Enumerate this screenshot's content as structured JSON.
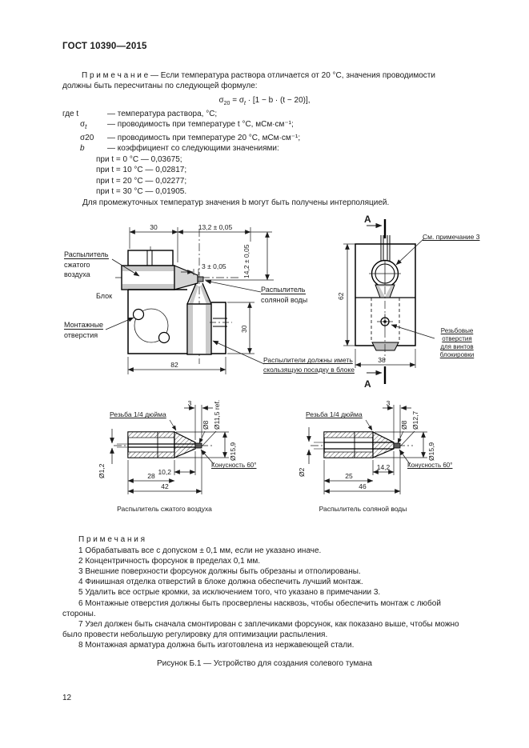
{
  "header": {
    "title": "ГОСТ 10390—2015"
  },
  "page": {
    "number": "12"
  },
  "note_top": {
    "label": "П р и м е ч а н и е  —",
    "text": "Если температура раствора отличается от 20 °С, значения проводимости должны быть пересчитаны по следующей формуле:"
  },
  "formula": {
    "lhs": "σ",
    "lhs_sub": "20",
    "eq": " = ",
    "rhs": "σ",
    "rhs_sub": "t",
    "tail": " · [1 − b · (t − 20)],"
  },
  "definitions": {
    "row1": {
      "term": "где t",
      "desc": "— температура раствора, °С;"
    },
    "row2": {
      "base": "σ",
      "sub": "t",
      "desc": "— проводимость при температуре t °С, мСм·см⁻¹;"
    },
    "row3": {
      "term": "σ20",
      "desc": "— проводимость при температуре 20 °С, мСм·см⁻¹;"
    },
    "row4": {
      "term": "b",
      "desc": "— коэффициент со следующими значениями:"
    },
    "values": [
      "при t = 0 °С — 0,03675;",
      "при t = 10 °С — 0,02817;",
      "при t = 20 °С — 0,02277;",
      "при t = 30 °С — 0,01905."
    ],
    "closing": "Для промежуточных температур значения b могут быть получены интерполяцией."
  },
  "figure": {
    "caption": "Рисунок Б.1 — Устройство для создания солевого тумана",
    "main": {
      "air_l1": "Распылитель",
      "air_l2": "сжатого\nвоздуха",
      "block": "Блок",
      "mount_l1": "Монтажные",
      "mount_l2": "отверстия",
      "salt_l1": "Распылитель",
      "salt_l2": "соляной воды",
      "sliding": "Распылители должны иметь\nскользящую посадку в блоке",
      "dims": {
        "w30": "30",
        "w132": "13,2 ± 0,05",
        "tip3": "3 ± 0,05",
        "h142": "14,2 ± 0,05",
        "h30": "30",
        "w82": "82"
      }
    },
    "section": {
      "letter": "А",
      "see_note": "См. примечание 3",
      "threaded": "Резьбовые\nотверстия\nдля винтов\nблокировки",
      "dims": {
        "h62": "62",
        "w38": "38"
      }
    },
    "detail_air": {
      "thread": "Резьба 1/4 дюйма",
      "taper": "Конусность 60°",
      "title": "Распылитель сжатого воздуха",
      "dims": {
        "tip": "3",
        "d8": "Ø8",
        "dref": "Ø11,5 ref.",
        "bore": "Ø1,2",
        "outer": "Ø15,9",
        "nose": "10,2",
        "body": "28",
        "total": "42"
      }
    },
    "detail_salt": {
      "thread": "Резьба 1/4 дюйма",
      "taper": "Конусность 60°",
      "title": "Распылитель соляной воды",
      "dims": {
        "tip": "3",
        "d8": "Ø8",
        "dref": "Ø12,7",
        "bore": "Ø2",
        "outer": "Ø15,9",
        "nose": "14,2",
        "body": "25",
        "total": "46"
      }
    }
  },
  "notes": {
    "title": "П р и м е ч а н и я",
    "items": [
      "1 Обрабатывать все с допуском ± 0,1 мм, если не указано иначе.",
      "2 Концентричность форсунок в пределах 0,1 мм.",
      "3 Внешние поверхности форсунок должны быть обрезаны и отполированы.",
      "4 Финишная отделка отверстий в блоке должна обеспечить лучший монтаж.",
      "5 Удалить все острые кромки, за исключением того, что указано в примечании 3.",
      "6 Монтажные отверстия должны быть просверлены насквозь, чтобы обеспечить монтаж с любой стороны.",
      "7 Узел должен быть сначала смонтирован с заплечиками форсунок, как показано выше, чтобы можно было провести небольшую регулировку для оптимизации распыления.",
      "8 Монтажная арматура должна быть изготовлена из нержавеющей стали."
    ]
  }
}
